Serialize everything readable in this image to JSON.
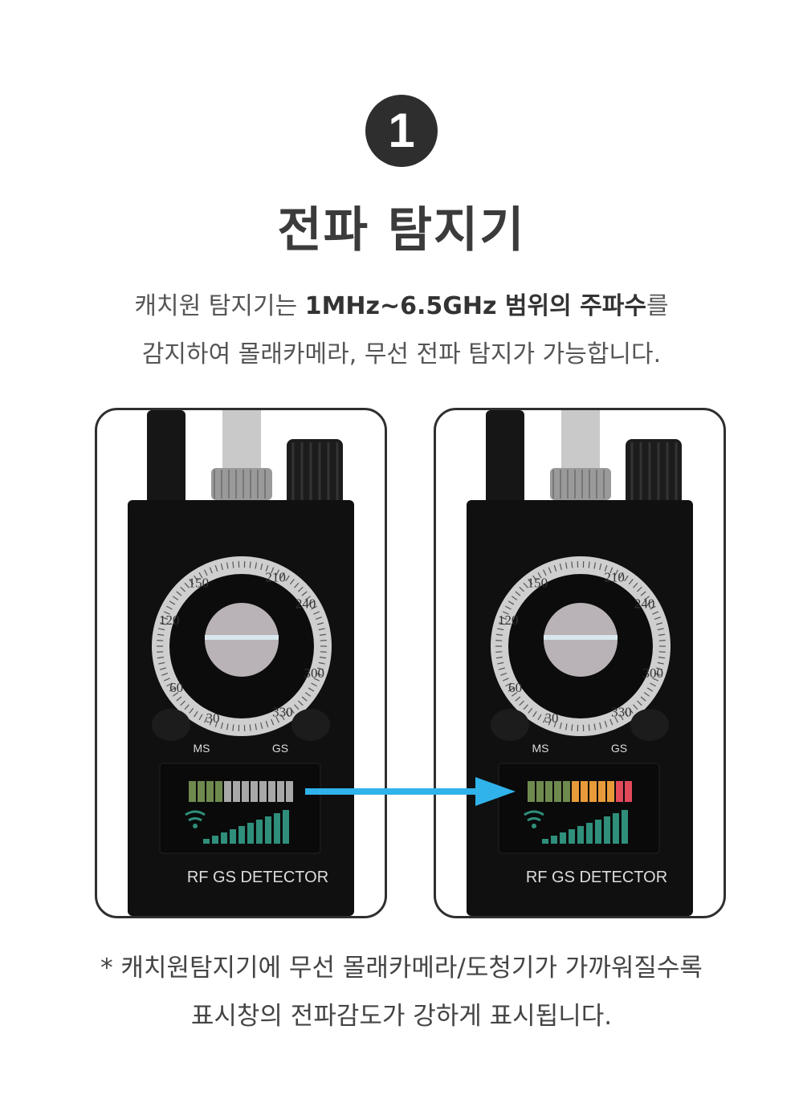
{
  "step_number": "1",
  "title": "전파 탐지기",
  "description": {
    "line1_pre": "캐치원 탐지기는 ",
    "line1_bold": "1MHz~6.5GHz 범위의 주파수",
    "line1_post": "를",
    "line2": "감지하여 몰래카메라, 무선 전파 탐지가 가능합니다."
  },
  "device": {
    "dial_numbers": [
      "30",
      "60",
      "120",
      "150",
      "210",
      "240",
      "300",
      "330"
    ],
    "button_left_label": "MS",
    "button_right_label": "GS",
    "brand_label": "RF GS DETECTOR"
  },
  "panels": [
    {
      "state": "before",
      "lit_segments": 4,
      "colors": [
        "#6e8a4e",
        "#6e8a4e",
        "#6e8a4e",
        "#6e8a4e",
        "#a8a8a8",
        "#a8a8a8",
        "#a8a8a8",
        "#a8a8a8",
        "#a8a8a8",
        "#a8a8a8",
        "#a8a8a8",
        "#a8a8a8"
      ]
    },
    {
      "state": "after",
      "lit_segments": 12,
      "colors": [
        "#6e8a4e",
        "#6e8a4e",
        "#6e8a4e",
        "#6e8a4e",
        "#6e8a4e",
        "#e89a3a",
        "#e89a3a",
        "#e89a3a",
        "#e89a3a",
        "#e89a3a",
        "#e24a5a",
        "#e24a5a"
      ]
    }
  ],
  "note": {
    "line1": "* 캐치원탐지기에 무선 몰래카메라/도청기가 가까워질수록",
    "line2": "표시창의 전파감도가 강하게 표시됩니다."
  },
  "accent_color": "#2fb3ea"
}
